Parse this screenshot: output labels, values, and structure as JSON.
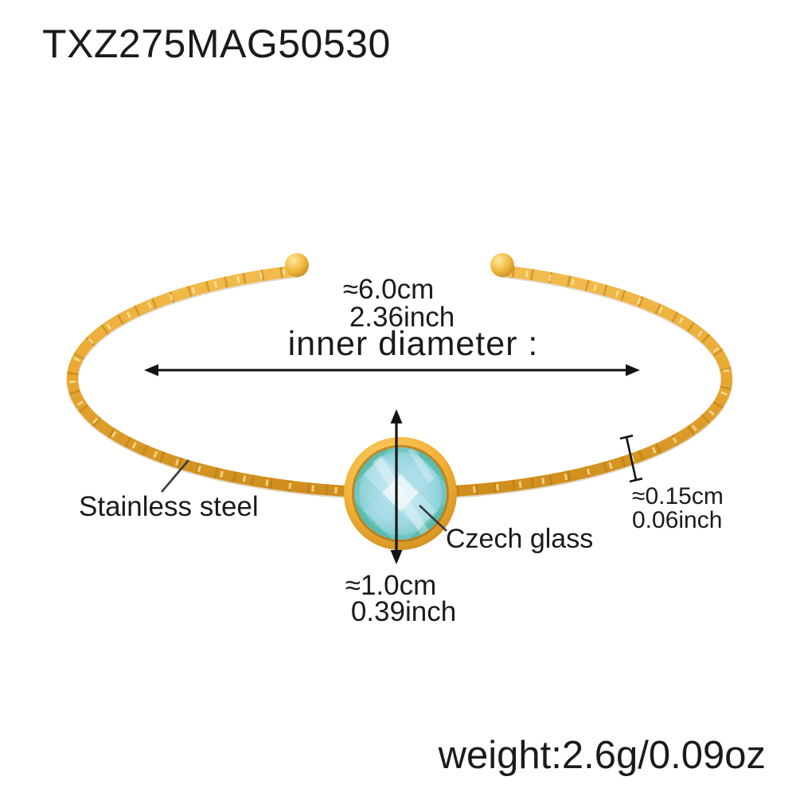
{
  "product_code": "TXZ275MAG50530",
  "measurements": {
    "inner_diameter": {
      "metric": "≈6.0cm",
      "imperial": "2.36inch",
      "label": "inner diameter :"
    },
    "stone_diameter": {
      "metric": "≈1.0cm",
      "imperial": "0.39inch"
    },
    "wire_thickness": {
      "metric": "≈0.15cm",
      "imperial": "0.06inch"
    }
  },
  "labels": {
    "band_material": "Stainless steel",
    "stone_material": "Czech glass"
  },
  "weight_text": "weight:2.6g/0.09oz",
  "colors": {
    "background": "#ffffff",
    "annotation": "#141414",
    "pointer_line": "#3a3a3a",
    "gold_base": "#e9ab33",
    "gold_dark": "#a8740f",
    "gold_light": "#ffe9a8",
    "glass_center": "#d4edf8",
    "glass_edge": "#4fb5a3"
  }
}
